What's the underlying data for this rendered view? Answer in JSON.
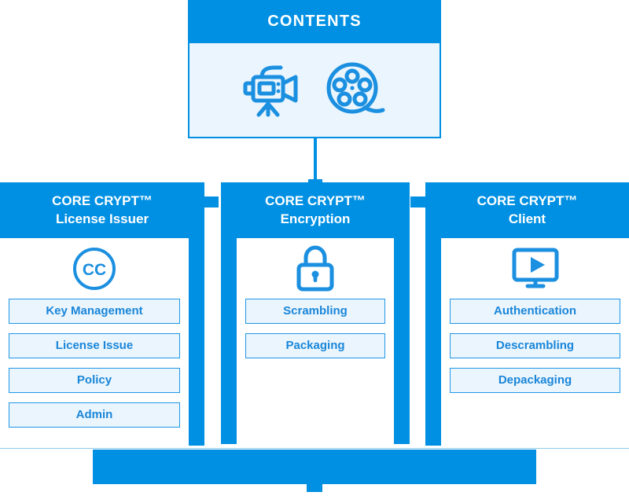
{
  "diagram": {
    "title": "CORE CRYPT system architecture",
    "colors": {
      "brand_blue": "#0090e3",
      "light_blue_fill": "#eaf5fd",
      "item_border": "#2196e8",
      "item_text": "#1a86d9",
      "white": "#ffffff"
    }
  },
  "contents": {
    "header_label": "CONTENTS",
    "icons": [
      "video-camera-icon",
      "film-reel-icon"
    ]
  },
  "columns": [
    {
      "id": "license-issuer",
      "title_line1": "CORE CRYPT™",
      "title_line2": "License Issuer",
      "icon": "cc-circle-icon",
      "items": [
        "Key Management",
        "License Issue",
        "Policy",
        "Admin"
      ]
    },
    {
      "id": "encryption",
      "title_line1": "CORE CRYPT™",
      "title_line2": "Encryption",
      "icon": "padlock-icon",
      "items": [
        "Scrambling",
        "Packaging"
      ]
    },
    {
      "id": "client",
      "title_line1": "CORE CRYPT™",
      "title_line2": "Client",
      "icon": "monitor-play-icon",
      "items": [
        "Authentication",
        "Descrambling",
        "Depackaging"
      ]
    }
  ],
  "bottom_bar": {
    "label": ""
  }
}
